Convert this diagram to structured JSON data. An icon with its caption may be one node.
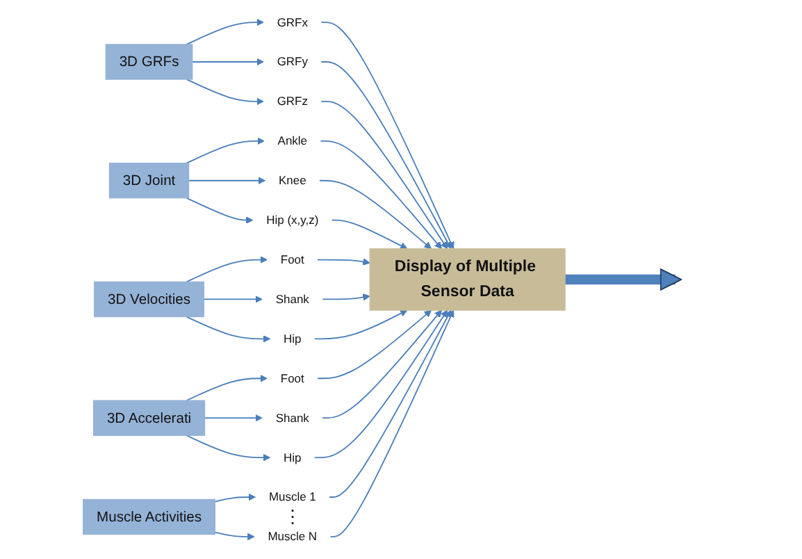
{
  "diagram": {
    "nodes": [
      {
        "text": [
          "3D GRFs"
        ]
      },
      {
        "text": [
          "GRFx"
        ]
      },
      {
        "text": [
          "GRFy"
        ]
      },
      {
        "text": [
          "GRFz"
        ]
      },
      {
        "text": [
          "3D Joint"
        ]
      },
      {
        "text": [
          "Ankle"
        ]
      },
      {
        "text": [
          "Knee"
        ]
      },
      {
        "text": [
          "Hip (x,y,z)"
        ]
      },
      {
        "text": [
          "3D Velocities"
        ]
      },
      {
        "text": [
          "Foot"
        ]
      },
      {
        "text": [
          "Shank"
        ]
      },
      {
        "text": [
          "Hip"
        ]
      },
      {
        "text": [
          "3D Accelerati"
        ]
      },
      {
        "text": [
          "Foot"
        ]
      },
      {
        "text": [
          "Shank"
        ]
      },
      {
        "text": [
          "Hip"
        ]
      },
      {
        "text": [
          "Muscle Activities"
        ]
      },
      {
        "text": [
          "Muscle 1"
        ]
      },
      {
        "text": [
          "Muscle N"
        ]
      },
      {
        "text": [
          "Display of Multiple Sensor Data"
        ]
      }
    ],
    "edges": [
      {
        "from": 0,
        "to": 1,
        "arrow": "to"
      },
      {
        "from": 0,
        "to": 2,
        "arrow": "to"
      },
      {
        "from": 0,
        "to": 3,
        "arrow": "to"
      },
      {
        "from": 4,
        "to": 5,
        "arrow": "to"
      },
      {
        "from": 4,
        "to": 6,
        "arrow": "to"
      },
      {
        "from": 4,
        "to": 7,
        "arrow": "to"
      },
      {
        "from": 8,
        "to": 9,
        "arrow": "to"
      },
      {
        "from": 8,
        "to": 10,
        "arrow": "to"
      },
      {
        "from": 8,
        "to": 11,
        "arrow": "to"
      },
      {
        "from": 12,
        "to": 13,
        "arrow": "to"
      },
      {
        "from": 12,
        "to": 14,
        "arrow": "to"
      },
      {
        "from": 12,
        "to": 15,
        "arrow": "to"
      },
      {
        "from": 16,
        "to": 17,
        "arrow": "to"
      },
      {
        "from": 16,
        "to": 18,
        "arrow": "to"
      },
      {
        "from": 1,
        "to": 19,
        "arrow": "to"
      },
      {
        "from": 2,
        "to": 19,
        "arrow": "to"
      },
      {
        "from": 3,
        "to": 19,
        "arrow": "to"
      },
      {
        "from": 5,
        "to": 19,
        "arrow": "to"
      },
      {
        "from": 6,
        "to": 19,
        "arrow": "to"
      },
      {
        "from": 7,
        "to": 19,
        "arrow": "to"
      },
      {
        "from": 9,
        "to": 19,
        "arrow": "to"
      },
      {
        "from": 10,
        "to": 19,
        "arrow": "to"
      },
      {
        "from": 11,
        "to": 19,
        "arrow": "to"
      },
      {
        "from": 13,
        "to": 19,
        "arrow": "to"
      },
      {
        "from": 14,
        "to": 19,
        "arrow": "to"
      },
      {
        "from": 15,
        "to": 19,
        "arrow": "to"
      },
      {
        "from": 17,
        "to": 19,
        "arrow": "to"
      },
      {
        "from": 18,
        "to": 19,
        "arrow": "to"
      },
      {
        "from": 19,
        "to": null,
        "arrow": "to",
        "style": "thick"
      }
    ],
    "labels": [
      "⋮"
    ]
  }
}
